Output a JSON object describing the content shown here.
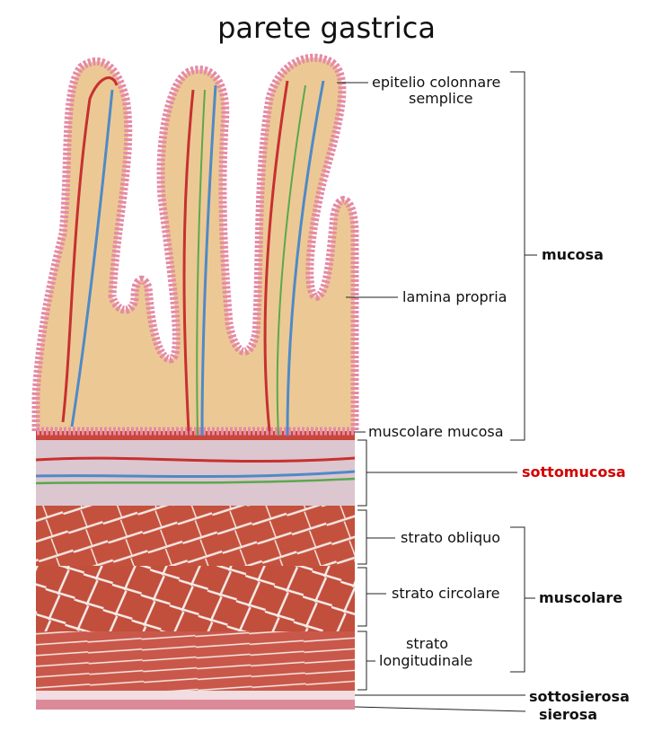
{
  "title": "parete gastrica",
  "labels": {
    "epitelio_1": "epitelio colonnare",
    "epitelio_2": "semplice",
    "lamina_propria": "lamina propria",
    "muscolare_mucosa": "muscolare mucosa",
    "strato_obliquo": "strato obliquo",
    "strato_circolare": "strato circolare",
    "strato_longitudinale_1": "strato",
    "strato_longitudinale_2": "longitudinale"
  },
  "groups": {
    "mucosa": "mucosa",
    "sottomucosa": "sottomucosa",
    "muscolare": "muscolare",
    "sottosierosa": "sottosierosa",
    "sierosa": "sierosa"
  },
  "colors": {
    "sottomucosa_label": "#d40000",
    "lamina": "#ecc994",
    "epithelium": "#e58aa6",
    "muscle": "#c4513d",
    "submucosa": "#dcc6cf"
  }
}
